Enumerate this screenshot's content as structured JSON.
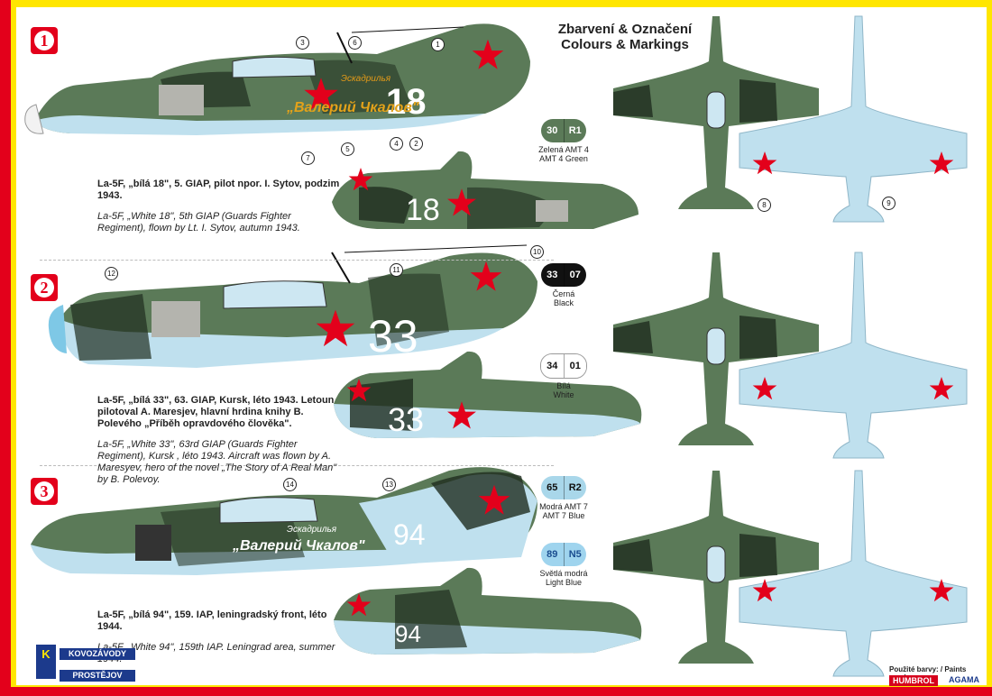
{
  "header": {
    "title_cz": "Zbarvení & Označení",
    "title_en": "Colours & Markings"
  },
  "schemes": [
    {
      "number": "1",
      "caption_cz": "La-5F, „bílá 18\", 5. GIAP, pilot npor. I. Sytov, podzim 1943.",
      "caption_en": "La-5F, „White 18\", 5th GIAP (Guards Fighter Regiment), flown by Lt. I. Sytov, autumn 1943.",
      "fuselage_number": "18",
      "inscription_top": "Эскадрилья",
      "inscription_main": "„Валерий Чкалов\""
    },
    {
      "number": "2",
      "caption_cz": "La-5F, „bílá 33\", 63. GIAP, Kursk, léto 1943. Letoun pilotoval A. Maresjev, hlavní hrdina knihy B. Polevého „Příběh opravdového člověka\".",
      "caption_en": "La-5F, „White 33\", 63rd GIAP (Guards Fighter Regiment), Kursk , léto 1943. Aircraft was flown by A. Maresyev, hero of the novel „The Story of A Real Man\" by B. Polevoy.",
      "fuselage_number": "33"
    },
    {
      "number": "3",
      "caption_cz": "La-5F, „bílá 94\", 159. IAP, leningradský front, léto 1944.",
      "caption_en": "La-5F, „White 94\", 159th IAP. Leningrad area, summer 1944.",
      "fuselage_number": "94",
      "inscription_top": "Эскадрилья",
      "inscription_main": "„Валерий Чкалов\""
    }
  ],
  "paints": [
    {
      "codes": [
        "30",
        "R1"
      ],
      "label_cz": "Zelená AMT 4",
      "label_en": "AMT 4 Green",
      "colors": [
        "#5b7a58",
        "#5b7a58"
      ]
    },
    {
      "codes": [
        "33",
        "07"
      ],
      "label_cz": "Černá",
      "label_en": "Black",
      "colors": [
        "#111111",
        "#111111"
      ]
    },
    {
      "codes": [
        "34",
        "01"
      ],
      "label_cz": "Bílá",
      "label_en": "White",
      "colors": [
        "#ffffff",
        "#ffffff"
      ]
    },
    {
      "codes": [
        "65",
        "R2"
      ],
      "label_cz": "Modrá AMT 7",
      "label_en": "AMT 7 Blue",
      "colors": [
        "#a9d7ea",
        "#a9d7ea"
      ]
    },
    {
      "codes": [
        "89",
        "N5"
      ],
      "label_cz": "Světlá modrá",
      "label_en": "Light Blue",
      "colors": [
        "#9fd4ee",
        "#9fd4ee"
      ]
    }
  ],
  "callouts": [
    "1",
    "2",
    "3",
    "4",
    "5",
    "6",
    "7",
    "8",
    "9",
    "10",
    "11",
    "12",
    "13",
    "14"
  ],
  "footer": {
    "paints_used": "Použité barvy: / Paints used:",
    "humbrol": "HUMBROL",
    "agama": "AGAMA",
    "logo_line1": "KOVOZÁVODY",
    "logo_line2": "PROSTĚJOV",
    "logo_letter": "K"
  },
  "colors": {
    "green": "#59795a",
    "dark_green": "#1f2d1f",
    "light_blue": "#bfe0ee",
    "red_star": "#e3001b",
    "brand_red": "#e3001b",
    "brand_yellow": "#ffe600",
    "brand_blue": "#1c3a8c"
  }
}
